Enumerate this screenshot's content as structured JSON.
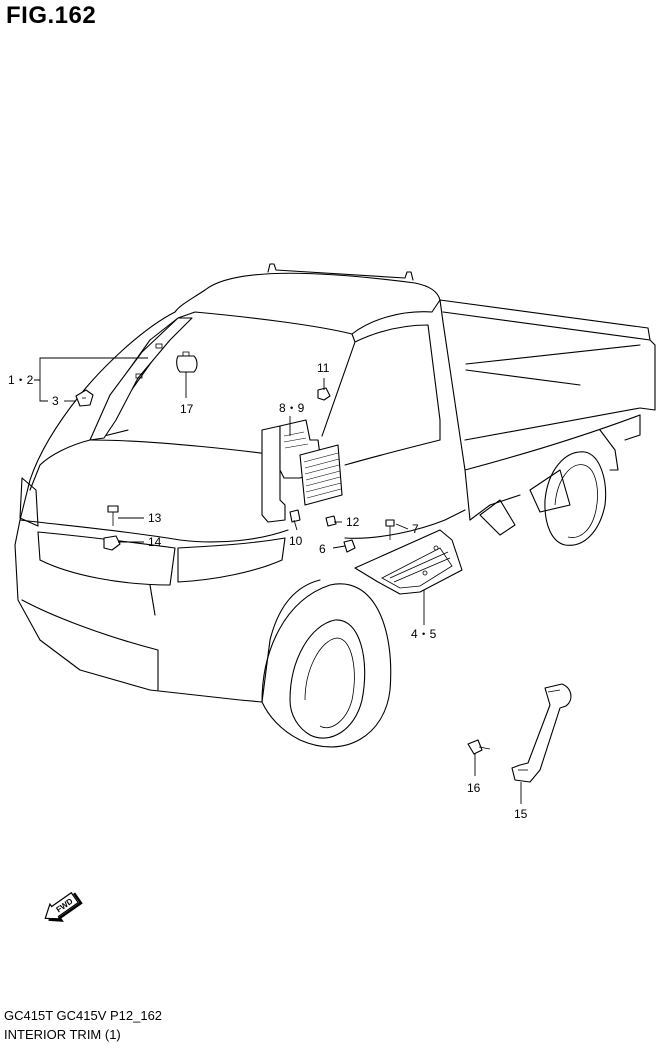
{
  "figure": {
    "title": "FIG.162"
  },
  "footer": {
    "models": "GC415T GC415V P12_162",
    "caption": "INTERIOR TRIM (1)"
  },
  "direction_arrow": {
    "label": "FWD",
    "icon": "forward-arrow-icon"
  },
  "callouts": [
    {
      "id": "1-2",
      "text": "1・2"
    },
    {
      "id": "3",
      "text": "3"
    },
    {
      "id": "17",
      "text": "17"
    },
    {
      "id": "11",
      "text": "11"
    },
    {
      "id": "8-9",
      "text": "8・9"
    },
    {
      "id": "13",
      "text": "13"
    },
    {
      "id": "14",
      "text": "14"
    },
    {
      "id": "10",
      "text": "10"
    },
    {
      "id": "12",
      "text": "12"
    },
    {
      "id": "7",
      "text": "7"
    },
    {
      "id": "6",
      "text": "6"
    },
    {
      "id": "4-5",
      "text": "4・5"
    },
    {
      "id": "16",
      "text": "16"
    },
    {
      "id": "15",
      "text": "15"
    }
  ]
}
